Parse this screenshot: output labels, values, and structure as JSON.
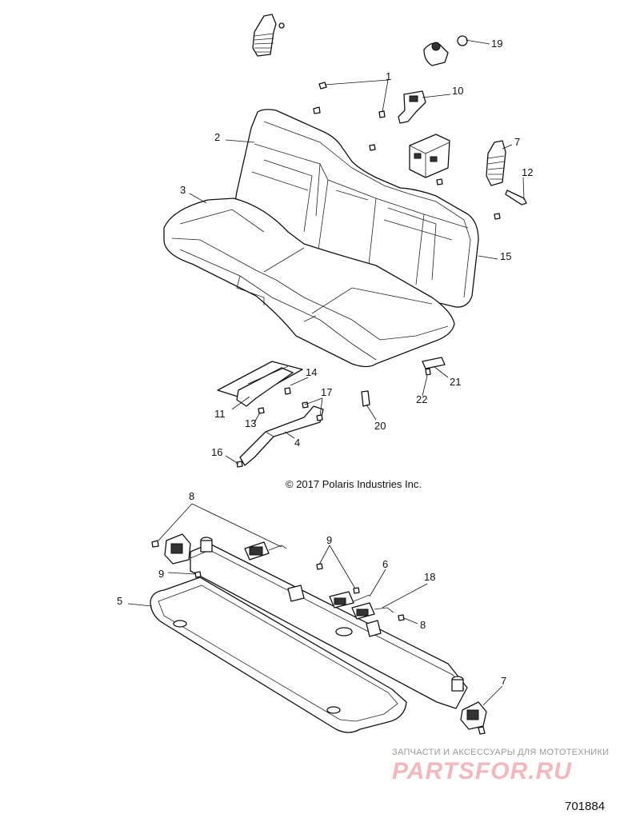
{
  "copyright": "© 2017 Polaris Industries Inc.",
  "diagram_id": "701884",
  "watermark": {
    "caption": "ЗАПЧАСТИ И АКСЕССУАРЫ ДЛЯ МОТОТЕХНИКИ",
    "logo": "PARTSFOR.RU"
  },
  "callouts": [
    "1",
    "2",
    "3",
    "4",
    "5",
    "6",
    "7",
    "7",
    "8",
    "8",
    "9",
    "9",
    "10",
    "11",
    "12",
    "13",
    "14",
    "15",
    "16",
    "17",
    "18",
    "19",
    "20",
    "21",
    "22"
  ],
  "parts": [
    "seat-back",
    "seat-cushion",
    "seat-base-frame",
    "seat-mount-bracket",
    "seatbelt-buckle",
    "seatbelt-retractor",
    "belt-guide",
    "latch-bracket",
    "spring-latch",
    "bolts"
  ]
}
